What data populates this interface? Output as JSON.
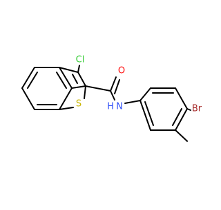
{
  "molecule": {
    "atoms": {
      "cl": {
        "label": "Cl",
        "color": "#33cc33"
      },
      "o": {
        "label": "O",
        "color": "#ff0d0d"
      },
      "s": {
        "label": "S",
        "color": "#c8b400"
      },
      "n": {
        "label": "N",
        "color": "#3050f8"
      },
      "h": {
        "label": "H",
        "color": "#3050f8"
      },
      "br": {
        "label": "Br",
        "color": "#a62929"
      }
    },
    "bond_color": "#000000"
  }
}
